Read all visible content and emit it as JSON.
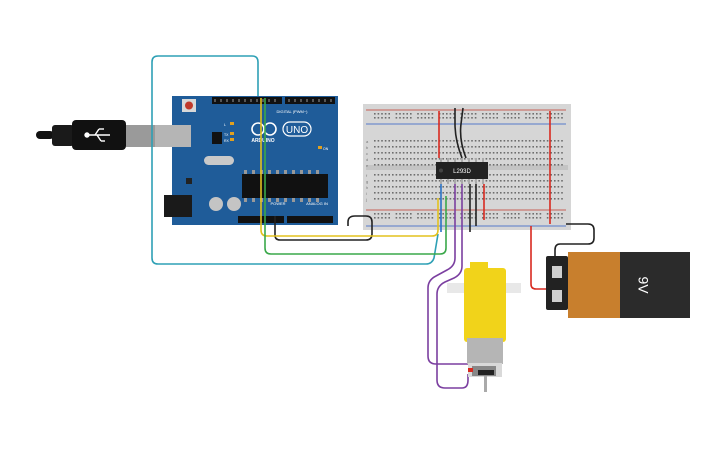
{
  "arduino": {
    "model_label": "UNO",
    "brand_label": "ARDUINO",
    "digital_label": "DIGITAL (PWM~)",
    "power_label": "POWER",
    "analog_label": "ANALOG IN",
    "tx_label": "TX",
    "rx_label": "RX",
    "l_label": "L",
    "on_label": "ON",
    "board_color": "#1f5c99"
  },
  "driver_chip": {
    "label": "L293D",
    "body_color": "#222222"
  },
  "battery": {
    "label": "9V",
    "body_color": "#2b2b2b",
    "sleeve_color": "#c87f2d"
  },
  "breadboard": {
    "row_letters_top": [
      "a",
      "b",
      "c",
      "d",
      "e"
    ],
    "row_letters_bottom": [
      "f",
      "g",
      "h",
      "i",
      "j"
    ]
  },
  "wires": [
    {
      "name": "usb-wire",
      "color": "#2ea0b5"
    },
    {
      "name": "power-wire",
      "color": "#d82a20"
    },
    {
      "name": "ground-wire",
      "color": "#222222"
    },
    {
      "name": "signal-wire-yellow",
      "color": "#e3c21f"
    },
    {
      "name": "signal-wire-green",
      "color": "#3aa84a"
    },
    {
      "name": "signal-wire-blue",
      "color": "#2a72c6"
    },
    {
      "name": "motor-wire-purple",
      "color": "#7b3fa0"
    }
  ]
}
